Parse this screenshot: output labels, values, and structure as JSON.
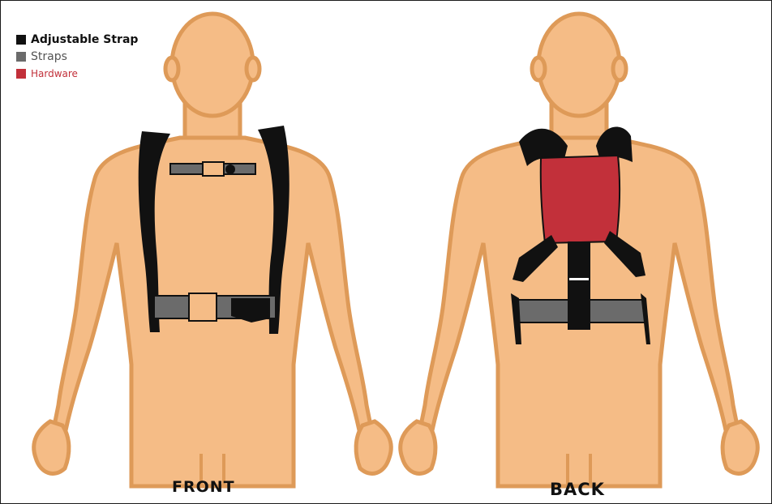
{
  "legend": {
    "items": [
      {
        "label": "Adjustable Strap",
        "color": "#111111"
      },
      {
        "label": "Straps",
        "color": "#6b6b6b"
      },
      {
        "label": "Hardware",
        "color": "#c2303a"
      }
    ]
  },
  "captions": {
    "front": "FRONT",
    "back": "BACK"
  },
  "colors": {
    "skin": "#f5bc86",
    "skin_outline": "#de9a58",
    "adjustable_strap": "#111111",
    "strap": "#6b6b6b",
    "hardware": "#c2303a"
  }
}
